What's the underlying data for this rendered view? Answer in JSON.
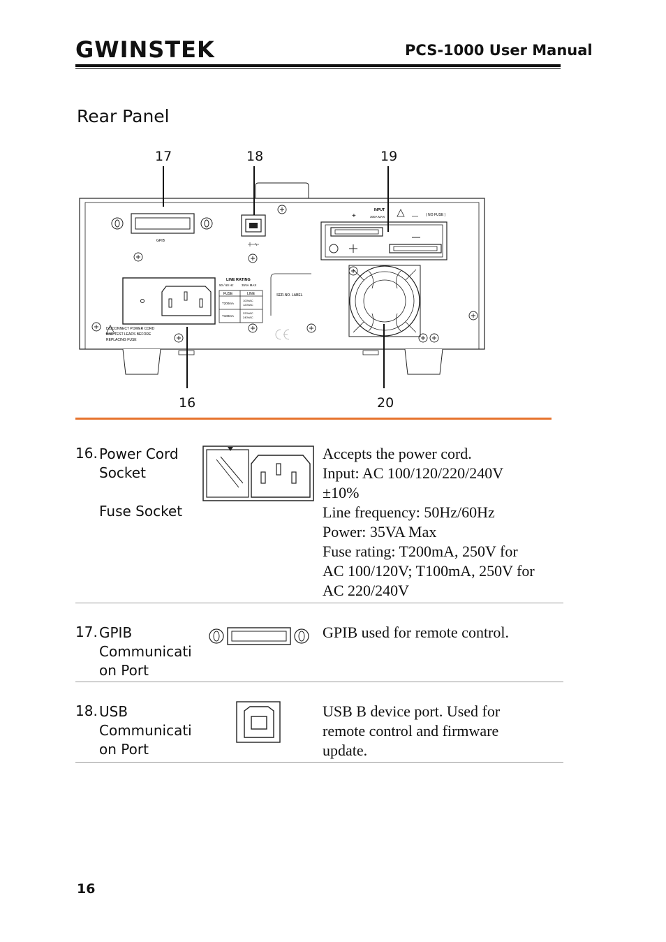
{
  "header": {
    "brand": "GWINSTEK",
    "manual_title": "PCS-1000 User Manual"
  },
  "section": {
    "title": "Rear Panel"
  },
  "figure": {
    "callouts": [
      "16",
      "17",
      "18",
      "19",
      "20"
    ],
    "panel_text": {
      "gpib": "GPIB",
      "line_rating": "LINE RATING",
      "line_freq": "50 / 60 Hz",
      "line_power": "35VA MAX",
      "fuse_header": "FUSE",
      "line_header": "LINE",
      "fuse1": "T200mA",
      "line1a": "100VAC",
      "line1b": "120VAC",
      "fuse2": "T100mA",
      "line2a": "220VAC",
      "line2b": "240VAC",
      "ser_label": "SER.NO. LABEL",
      "warning1": "DISCONNECT POWER CORD",
      "warning2": "AND TEST LEADS BEFORE",
      "warning3": "REPLACING FUSE",
      "input": "INPUT",
      "input_rating": "300A MAX",
      "no_fuse": "( NO FUSE )",
      "plus": "+",
      "minus": "—"
    }
  },
  "items": [
    {
      "number": "16.",
      "label_lines": [
        "Power Cord",
        "Socket"
      ],
      "label_extra": "Fuse Socket",
      "desc_lines": [
        "Accepts the power cord.",
        "Input: AC 100/120/220/240V",
        "±10%",
        "Line frequency: 50Hz/60Hz",
        "Power: 35VA Max",
        "Fuse rating: T200mA, 250V for",
        "AC 100/120V; T100mA, 250V for",
        "AC 220/240V"
      ]
    },
    {
      "number": "17.",
      "label_lines": [
        "GPIB",
        "Communicati",
        "on Port"
      ],
      "desc_lines": [
        "GPIB used for remote control."
      ]
    },
    {
      "number": "18.",
      "label_lines": [
        "USB",
        "Communicati",
        "on Port"
      ],
      "desc_lines": [
        "USB B device port. Used for",
        "remote control and firmware",
        "update."
      ]
    }
  ],
  "footer": {
    "page_number": "16"
  }
}
